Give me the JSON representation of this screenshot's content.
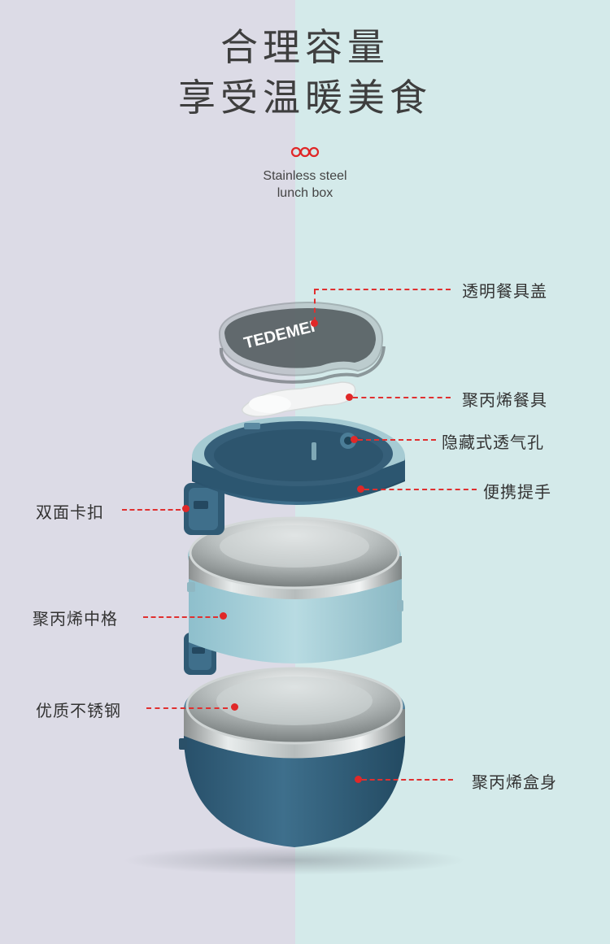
{
  "headline": {
    "line1": "合理容量",
    "line2": "享受温暖美食"
  },
  "subtitle": {
    "line1": "Stainless steel",
    "line2": "lunch box"
  },
  "lid_brand_text": "TEDEMEI",
  "colors": {
    "bg_left": "#dcdbe6",
    "bg_right": "#d4eaea",
    "accent_red": "#e02828",
    "box_navy": "#35647f",
    "box_light_blue": "#a8cdd6"
  },
  "callouts": {
    "lid": "透明餐具盖",
    "utensil": "聚丙烯餐具",
    "vent": "隐藏式透气孔",
    "handle": "便携提手",
    "clasp": "双面卡扣",
    "middle_tier": "聚丙烯中格",
    "steel": "优质不锈钢",
    "base": "聚丙烯盒身"
  }
}
